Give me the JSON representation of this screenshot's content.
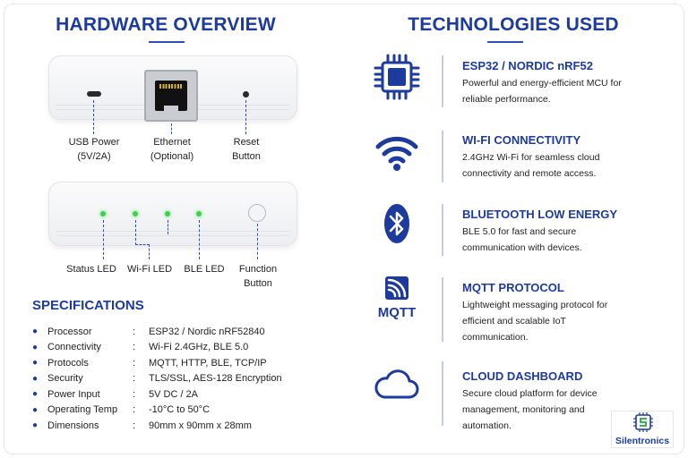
{
  "hardware": {
    "title": "HARDWARE OVERVIEW",
    "labels": {
      "usb": "USB Power\n(5V/2A)",
      "ethernet": "Ethernet\n(Optional)",
      "reset": "Reset\nButton",
      "status_led": "Status LED",
      "wifi_led": "Wi-Fi LED",
      "ble_led": "BLE LED",
      "function": "Function\nButton"
    }
  },
  "specs": {
    "title": "SPECIFICATIONS",
    "items": [
      {
        "key": "Processor",
        "value": "ESP32 / Nordic nRF52840"
      },
      {
        "key": "Connectivity",
        "value": "Wi-Fi 2.4GHz, BLE 5.0"
      },
      {
        "key": "Protocols",
        "value": "MQTT, HTTP, BLE, TCP/IP"
      },
      {
        "key": "Security",
        "value": "TLS/SSL, AES-128 Encryption"
      },
      {
        "key": "Power Input",
        "value": "5V DC / 2A"
      },
      {
        "key": "Operating Temp",
        "value": "-10°C to 50°C"
      },
      {
        "key": "Dimensions",
        "value": "90mm x 90mm x 28mm"
      }
    ]
  },
  "tech": {
    "title": "TECHNOLOGIES USED",
    "items": [
      {
        "icon": "chip-icon",
        "title": "ESP32 / NORDIC nRF52",
        "desc": "Powerful and energy-efficient MCU for reliable performance."
      },
      {
        "icon": "wifi-icon",
        "title": "WI-FI CONNECTIVITY",
        "desc": "2.4GHz Wi-Fi for seamless cloud connectivity and remote access."
      },
      {
        "icon": "bluetooth-icon",
        "title": "BLUETOOTH LOW ENERGY",
        "desc": "BLE 5.0 for fast and secure communication with devices."
      },
      {
        "icon": "mqtt-icon",
        "title": "MQTT PROTOCOL",
        "desc": "Lightweight messaging protocol for efficient and scalable IoT communication.",
        "icon_text": "MQTT"
      },
      {
        "icon": "cloud-icon",
        "title": "CLOUD DASHBOARD",
        "desc": "Secure cloud platform for device management, monitoring and automation."
      }
    ]
  },
  "brand": {
    "name": "Silentronics"
  },
  "colors": {
    "accent": "#1d3a9e",
    "led": "#3fd14a"
  }
}
